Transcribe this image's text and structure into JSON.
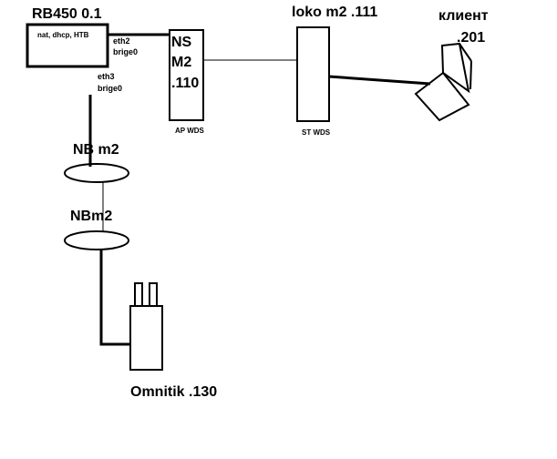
{
  "router": {
    "title": "RB450 0.1",
    "services": "nat, dhcp, HTB",
    "port_eth2": "eth2",
    "port_eth2_bridge": "brige0",
    "port_eth3": "eth3",
    "port_eth3_bridge": "brige0"
  },
  "ap": {
    "line1": "NS",
    "line2": "M2",
    "line3": ".110",
    "mode": "AP WDS"
  },
  "station": {
    "title": "loko m2 .111",
    "mode": "ST WDS"
  },
  "client": {
    "title": "клиент",
    "ip": ".201"
  },
  "nb_top": {
    "title": "NB m2"
  },
  "nb_bottom": {
    "title": "NBm2"
  },
  "omnitik": {
    "title": "Omnitik .130"
  },
  "colors": {
    "stroke": "#000000",
    "background": "#ffffff"
  }
}
